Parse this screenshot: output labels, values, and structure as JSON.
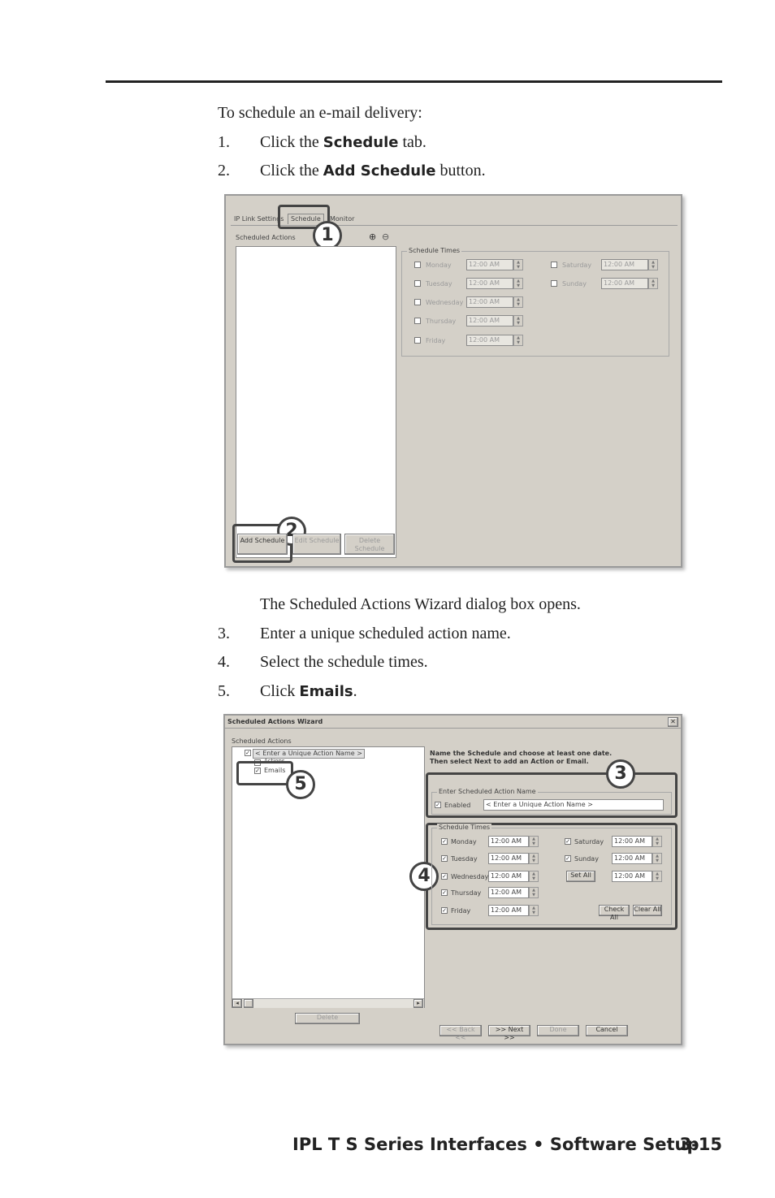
{
  "intro": "To schedule an e-mail delivery:",
  "steps_a": [
    {
      "num": "1",
      "pre": "Click the ",
      "ui": "Schedule",
      "post": " tab."
    },
    {
      "num": "2",
      "pre": "Click the ",
      "ui": "Add Schedule",
      "post": " button."
    }
  ],
  "shot1": {
    "tab_ip": "IP Link Settings",
    "tab_schedule": "Schedule",
    "tab_monitor": "Monitor",
    "scheduled_actions": "Scheduled Actions",
    "schedule_times": "Schedule Times",
    "days_left": [
      "Monday",
      "Tuesday",
      "Wednesday",
      "Thursday",
      "Friday"
    ],
    "days_right": [
      "Saturday",
      "Sunday"
    ],
    "time": "12:00 AM",
    "btn_add": "Add Schedule",
    "btn_edit": "Edit Schedule",
    "btn_delete": "Delete Schedule",
    "callout1": "1",
    "callout2": "2"
  },
  "note": "The Scheduled Actions Wizard dialog box opens.",
  "steps_b": [
    {
      "num": "3",
      "text": "Enter a unique scheduled action name."
    },
    {
      "num": "4",
      "text": "Select the schedule times."
    },
    {
      "num": "5",
      "pre": "Click ",
      "ui": "Emails",
      "post": "."
    }
  ],
  "shot2": {
    "window_title": "Scheduled Actions Wizard",
    "close": "✕",
    "scheduled_actions": "Scheduled Actions",
    "tree_root": "< Enter a Unique Action Name >",
    "tree_actions": "Actions",
    "tree_emails": "Emails",
    "instruction1": "Name the Schedule and choose at least one date.",
    "instruction2": "Then select Next to add an Action or Email.",
    "name_group": "Enter Scheduled Action Name",
    "enabled": "Enabled",
    "name_value": "< Enter a Unique Action Name >",
    "schedule_times": "Schedule Times",
    "days_left": [
      "Monday",
      "Tuesday",
      "Wednesday",
      "Thursday",
      "Friday"
    ],
    "days_right": [
      "Saturday",
      "Sunday"
    ],
    "time": "12:00 AM",
    "btn_set_all": "Set All",
    "btn_check_all": "Check All",
    "btn_clear_all": "Clear All",
    "btn_delete": "Delete",
    "btn_back": "<< Back <<",
    "btn_next": ">> Next >>",
    "btn_done": "Done",
    "btn_cancel": "Cancel",
    "callout3": "3",
    "callout4": "4",
    "callout5": "5"
  },
  "footer": {
    "title": "IPL T S Series Interfaces • Software Setup",
    "page": "3-15"
  }
}
